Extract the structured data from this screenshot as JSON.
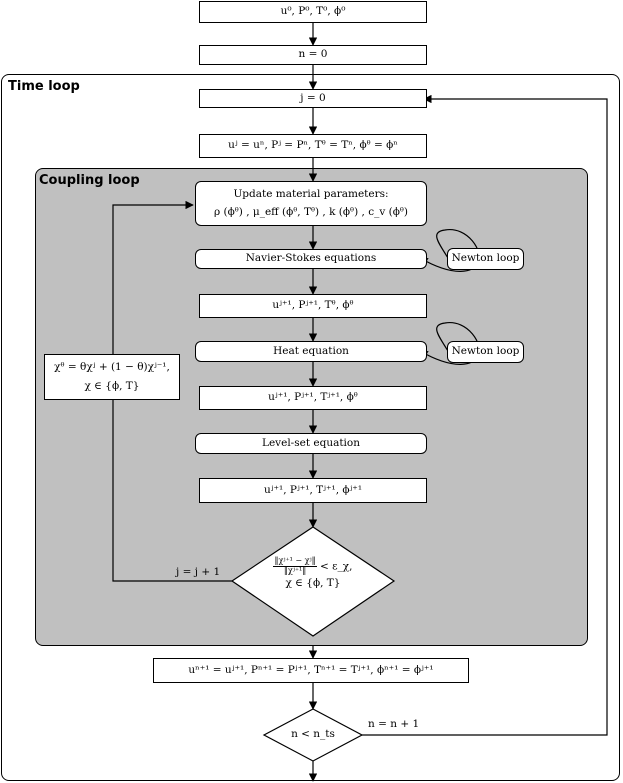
{
  "boxes": {
    "init": "u⁰, P⁰, T⁰, ϕ⁰",
    "n_zero": "n = 0",
    "j_zero": "j = 0",
    "assign_j": "uʲ = uⁿ,  Pʲ = Pⁿ,  Tᶿ = Tⁿ,  ϕᶿ = ϕⁿ",
    "update_title": "Update material parameters:",
    "update_params": "ρ (ϕᶿ) ,  μ_eff (ϕᶿ, Tᶿ) ,  k (ϕᶿ) ,  c_v (ϕᶿ)",
    "navier_stokes": "Navier-Stokes equations",
    "after_ns": "uʲ⁺¹,  Pʲ⁺¹,  Tᶿ,  ϕᶿ",
    "heat": "Heat equation",
    "after_heat": "uʲ⁺¹,  Pʲ⁺¹,  Tʲ⁺¹,  ϕᶿ",
    "level_set": "Level-set equation",
    "after_ls": "uʲ⁺¹,  Pʲ⁺¹,  Tʲ⁺¹,  ϕʲ⁺¹",
    "final_assign": "uⁿ⁺¹ = uʲ⁺¹,  Pⁿ⁺¹ = Pʲ⁺¹,  Tⁿ⁺¹ = Tʲ⁺¹,  ϕⁿ⁺¹ = ϕʲ⁺¹",
    "newton_loop_1": "Newton loop",
    "newton_loop_2": "Newton loop",
    "relax_line1": "χᶿ = θχʲ + (1 − θ)χʲ⁻¹,",
    "relax_line2": "χ ∈ {ϕ, T}"
  },
  "frames": {
    "time_loop": "Time loop",
    "coupling_loop": "Coupling loop"
  },
  "decisions": {
    "convergence": {
      "num": "‖χʲ⁺¹ − χʲ‖",
      "den": "‖χʲ⁺¹‖",
      "rhs": "< ε_χ,",
      "line2": "χ ∈ {ϕ, T}"
    },
    "time": "n < n_ts"
  },
  "edge_labels": {
    "j_increment": "j = j + 1",
    "n_increment": "n = n + 1"
  }
}
